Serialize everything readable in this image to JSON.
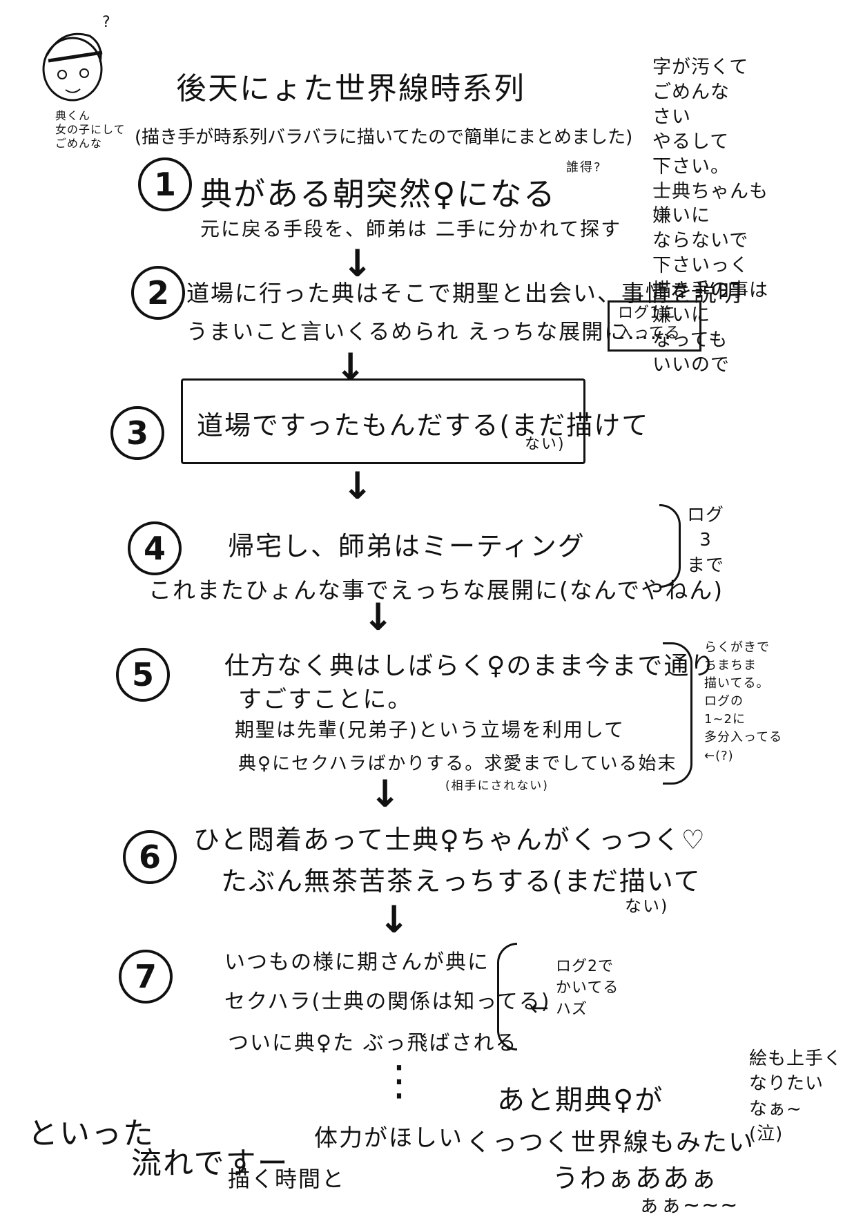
{
  "title": "後天にょた世界線時系列",
  "subtitle": "(描き手が時系列バラバラに描いてたので簡単にまとめました)",
  "subtitle_note": "誰得?",
  "avatar_note": "典くん\n女の子にして\nごめんな",
  "avatar_question": "?",
  "side_note": "字が汚くて\nごめんな\nさい\nやるして\n下さい。\n士典ちゃんも\n嫌いに\nならないで\n下さいっく\n描き手の事は\n嫌いに\nなっても\nいいので",
  "steps": [
    {
      "num": "1",
      "line1": "典がある朝突然♀になる",
      "line2": "元に戻る手段を、師弟は 二手に分かれて探す"
    },
    {
      "num": "2",
      "line1": "道場に行った典はそこで期聖と出会い、事情を説明",
      "line2": "うまいこと言いくるめられ えっちな展開に……",
      "note": "ログ1に\n入ってる"
    },
    {
      "num": "3",
      "line1": "道場ですったもんだする(まだ描けて",
      "line2": "ない)"
    },
    {
      "num": "4",
      "line1": "帰宅し、師弟はミーティング",
      "line2": "これまたひょんな事でえっちな展開に(なんでやねん)",
      "note": "ログ\n3\nまで"
    },
    {
      "num": "5",
      "line1": "仕方なく典はしばらく♀のまま今まで通り",
      "line2": "すごすことに。",
      "line3": "期聖は先輩(兄弟子)という立場を利用して",
      "line4": "典♀にセクハラばかりする。求愛までしている始末",
      "line5": "(相手にされない)",
      "note": "らくがきで\nちまちま\n描いてる。\nログの\n1~2に\n多分入ってる\n←(?)"
    },
    {
      "num": "6",
      "line1": "ひと悶着あって士典♀ちゃんがくっつく♡",
      "line2": "たぶん無茶苦茶えっちする(まだ描いて",
      "line3": "ない)"
    },
    {
      "num": "7",
      "line1": "いつもの様に期さんが典に",
      "line2": "セクハラ(士典の関係は知ってる)",
      "line3": "ついに典♀た ぶっ飛ばされる",
      "note": "ログ2で\nかいてる\nハズ",
      "note_arrow": "←"
    }
  ],
  "arrow_glyph": "↓",
  "ellipsis": "⋮",
  "footer": {
    "left1": "といった",
    "left2": "流れですー",
    "middle1": "描く時間と",
    "middle2": "体力がほしい",
    "right1": "あと期典♀が",
    "right2": "くっつく世界線もみたい",
    "right3": "うわぁああぁ",
    "right4": "ぁぁ~~~",
    "corner": "絵も上手く\nなりたい\nなぁ~\n(泣)"
  }
}
